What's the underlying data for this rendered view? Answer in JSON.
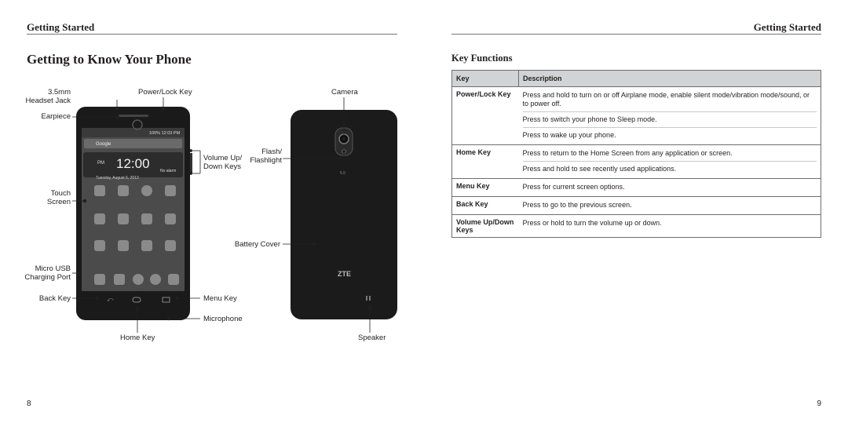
{
  "left_page": {
    "header": "Getting Started",
    "title": "Getting to Know Your Phone",
    "page_number": "8",
    "labels": {
      "headset_jack": "3.5mm\nHeadset Jack",
      "power_lock": "Power/Lock Key",
      "earpiece": "Earpiece",
      "volume": "Volume Up/\nDown Keys",
      "touch_screen": "Touch\nScreen",
      "micro_usb": "Micro USB\nCharging Port",
      "back_key": "Back Key",
      "menu_key": "Menu Key",
      "microphone": "Microphone",
      "home_key": "Home Key",
      "camera": "Camera",
      "flash": "Flash/\nFlashlight",
      "battery_cover": "Battery Cover",
      "speaker": "Speaker"
    },
    "phone_screen": {
      "status_time": "100% 12:03 PM",
      "clock": "12:00",
      "am_pm": "PM",
      "alarm": "No alarm",
      "date": "Tuesday, August 6, 2013",
      "search": "Google",
      "brand": "ZTE"
    }
  },
  "right_page": {
    "header": "Getting Started",
    "subtitle": "Key Functions",
    "page_number": "9",
    "table": {
      "col_key": "Key",
      "col_desc": "Description",
      "rows": [
        {
          "key": "Power/Lock Key",
          "desc": [
            "Press and hold to turn on or off Airplane mode, enable silent mode/vibration mode/sound, or to power off.",
            "Press to switch your phone to Sleep mode.",
            "Press to wake up your phone."
          ]
        },
        {
          "key": "Home Key",
          "desc": [
            "Press to return to the Home Screen from any application or screen.",
            "Press and hold to see recently used applications."
          ]
        },
        {
          "key": "Menu Key",
          "desc": [
            "Press for current screen options."
          ]
        },
        {
          "key": "Back Key",
          "desc": [
            "Press to go to the previous screen."
          ]
        },
        {
          "key": "Volume Up/Down Keys",
          "desc": [
            "Press or hold to turn the volume up or down."
          ]
        }
      ]
    }
  }
}
